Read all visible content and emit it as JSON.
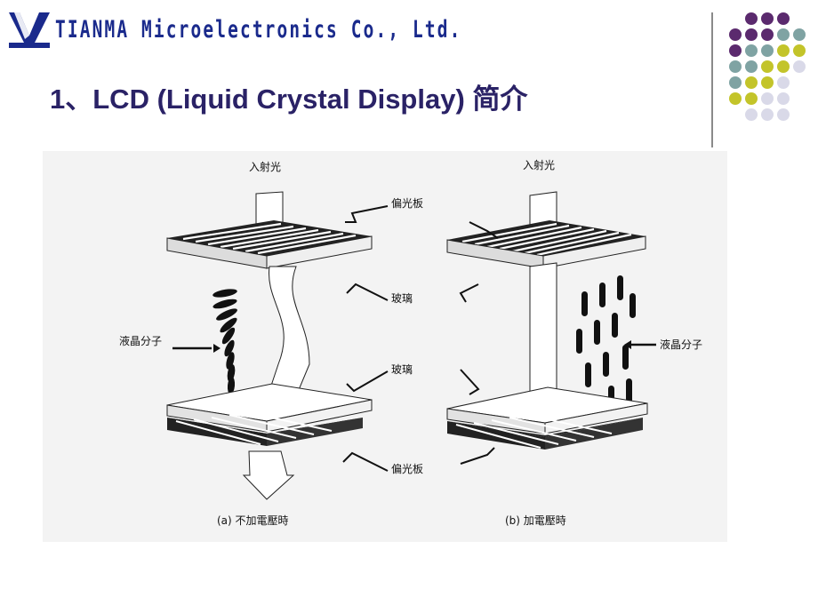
{
  "header": {
    "company_name": "TIANMA Microelectronics Co., Ltd.",
    "logo_icon": "tianma-v-logo-icon",
    "brand_color": "#1a2a8c"
  },
  "slide": {
    "title": "1、LCD (Liquid Crystal Display) 简介",
    "title_color": "#2a2266"
  },
  "decor": {
    "colors": {
      "purple": "#5b2a6e",
      "teal": "#7fa3a3",
      "olive": "#c3c42a",
      "lavender": "#d9d9e8"
    }
  },
  "figure": {
    "left_panel": {
      "incident_light": "入射光",
      "polarizer_top": "偏光板",
      "glass_top": "玻璃",
      "liquid_crystal": "液晶分子",
      "glass_bottom": "玻璃",
      "polarizer_bottom": "偏光板",
      "caption": "(a) 不加電壓時"
    },
    "right_panel": {
      "incident_light": "入射光",
      "liquid_crystal": "液晶分子",
      "caption": "(b) 加電壓時"
    }
  }
}
